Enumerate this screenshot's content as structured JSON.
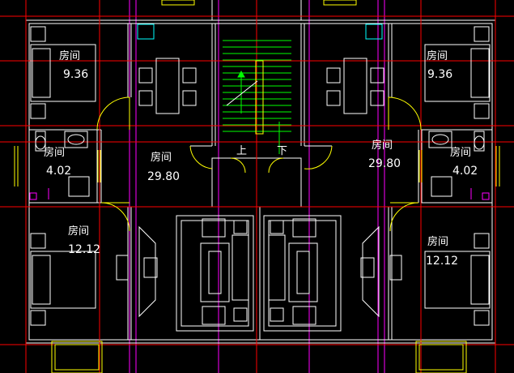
{
  "rooms": [
    {
      "label": "房间",
      "area": "9.36"
    },
    {
      "label": "房间",
      "area": "4.02"
    },
    {
      "label": "房间",
      "area": "29.80"
    },
    {
      "label": "房间",
      "area": "12.12"
    },
    {
      "label": "房间",
      "area": "9.36"
    },
    {
      "label": "房间",
      "area": "29.80"
    },
    {
      "label": "房间",
      "area": "4.02"
    },
    {
      "label": "房间",
      "area": "12.12"
    }
  ],
  "stairs": {
    "up": "上",
    "down": "下"
  },
  "colors": {
    "background": "#000000",
    "wall": "#ffffff",
    "axis": "#ff0000",
    "window": "#ffff00",
    "stair": "#00ff00",
    "grid": "#ff00ff"
  }
}
